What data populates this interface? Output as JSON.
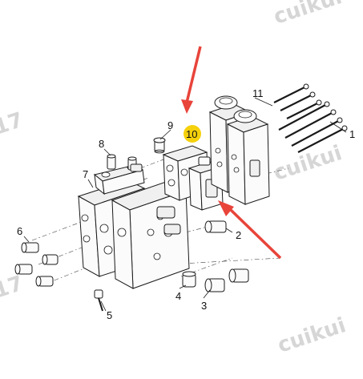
{
  "watermark_text": "cuikui",
  "watermark_partial": "17",
  "highlighted_callout": "10",
  "callouts": {
    "c1": "1",
    "c2": "2",
    "c3": "3",
    "c4": "4",
    "c5": "5",
    "c6": "6",
    "c7": "7",
    "c8": "8",
    "c9": "9",
    "c10": "10",
    "c11": "11"
  },
  "colors": {
    "arrow": "#e8443a",
    "highlight": "#f5d10c",
    "line": "#1a1a1a",
    "watermark": "#d6d6d6"
  }
}
